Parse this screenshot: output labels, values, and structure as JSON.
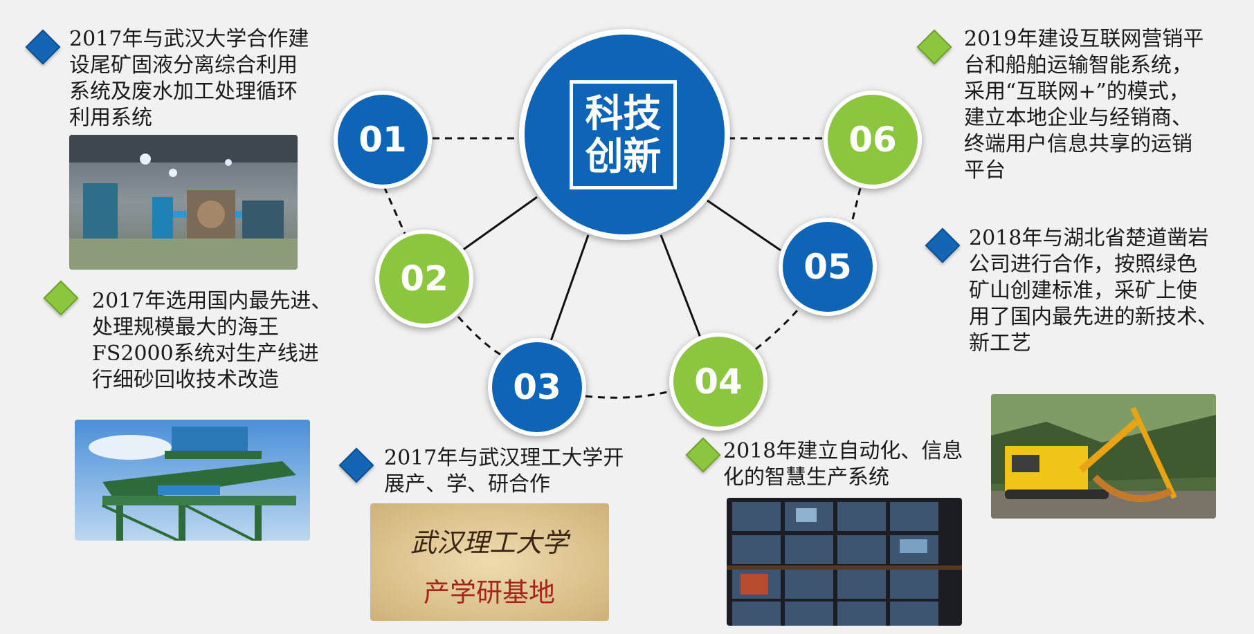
{
  "center": {
    "line1": "科技",
    "line2": "创新",
    "color": "#0e65b8"
  },
  "nodes": [
    {
      "num": "01",
      "color": "blue"
    },
    {
      "num": "02",
      "color": "green"
    },
    {
      "num": "03",
      "color": "blue"
    },
    {
      "num": "04",
      "color": "green"
    },
    {
      "num": "05",
      "color": "blue"
    },
    {
      "num": "06",
      "color": "green"
    }
  ],
  "items": [
    {
      "text": "2017年与武汉大学合作建\n设尾矿固液分离综合利用\n系统及废水加工处理循环\n利用系统",
      "diamond": "blue",
      "photo": "industrial-plant-photo"
    },
    {
      "text": "2017年选用国内最先进、\n处理规模最大的海王\nFS2000系统对生产线进\n行细砂回收技术改造",
      "diamond": "green",
      "photo": "steel-structure-photo"
    },
    {
      "text": "2017年与武汉理工大学开\n展产、学、研合作",
      "diamond": "blue",
      "photo": "university-plaque-photo"
    },
    {
      "text": "2018年建立自动化、信息\n化的智慧生产系统",
      "diamond": "green",
      "photo": "monitoring-wall-photo"
    },
    {
      "text": "2018年与湖北省楚道凿岩\n公司进行合作，按照绿色\n矿山创建标准，采矿上使\n用了国内最先进的新技术、\n新工艺",
      "diamond": "blue",
      "photo": "drilling-rig-photo"
    },
    {
      "text": "2019年建设互联网营销平\n台和船舶运输智能系统，\n采用“互联网+”的模式，\n建立本地企业与经销商、\n终端用户信息共享的运销\n平台",
      "diamond": "green",
      "photo": ""
    }
  ],
  "plaque": {
    "calligraphy": "武汉理工大学",
    "subtitle": "产学研基地"
  },
  "colors": {
    "blue": "#0e65b8",
    "green": "#8cc63f",
    "background": "#f1f1f1"
  }
}
